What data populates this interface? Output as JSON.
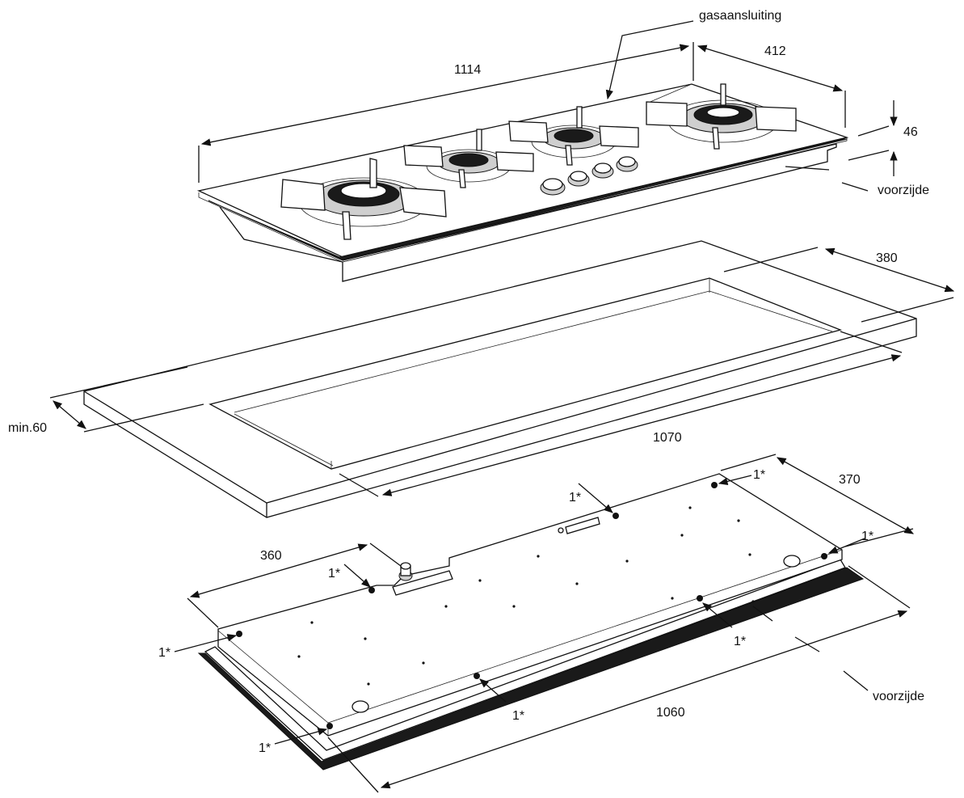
{
  "labels": {
    "gas_connection": "gasaansluiting",
    "hob_width": "1114",
    "hob_depth": "412",
    "hob_height": "46",
    "front_side_top": "voorzijde",
    "cutout_depth": "380",
    "min_edge": "min.60",
    "cutout_width": "1070",
    "frame_depth": "370",
    "frame_depth_alt": "360",
    "frame_width": "1060",
    "front_side_bottom": "voorzijde",
    "clearance": "1*"
  },
  "colors": {
    "line": "#111111",
    "background": "#ffffff",
    "dark_fill": "#1a1a1a"
  }
}
